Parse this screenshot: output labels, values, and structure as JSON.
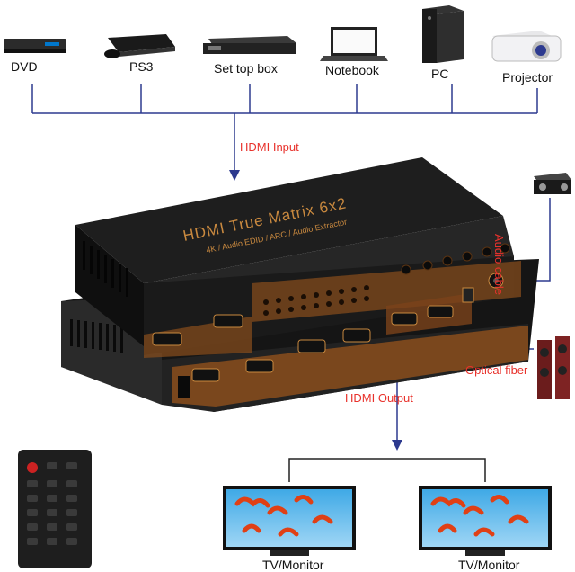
{
  "sources": [
    {
      "id": "dvd",
      "label": "DVD",
      "icon": "dvd-player-icon"
    },
    {
      "id": "ps3",
      "label": "PS3",
      "icon": "game-console-icon"
    },
    {
      "id": "stb",
      "label": "Set top box",
      "icon": "set-top-box-icon"
    },
    {
      "id": "notebook",
      "label": "Notebook",
      "icon": "laptop-icon"
    },
    {
      "id": "pc",
      "label": "PC",
      "icon": "pc-tower-icon"
    },
    {
      "id": "projector",
      "label": "Projector",
      "icon": "projector-icon"
    }
  ],
  "flow": {
    "input_label": "HDMI Input",
    "output_label": "HDMI Output",
    "audio_label": "Audio cable",
    "optical_label": "Optical fiber",
    "line_color": "#2d3a8f",
    "label_color": "#e8322c"
  },
  "device": {
    "title": "HDMI True Matrix 6x2",
    "subtitle": "4K / Audio EDID / ARC / Audio Extractor",
    "body_color": "#1d1d1d",
    "trim_color": "#b5651d"
  },
  "outputs": [
    {
      "label": "TV/Monitor",
      "icon": "tv-monitor-icon"
    },
    {
      "label": "TV/Monitor",
      "icon": "tv-monitor-icon"
    }
  ],
  "remote": {
    "icon": "remote-control-icon"
  }
}
